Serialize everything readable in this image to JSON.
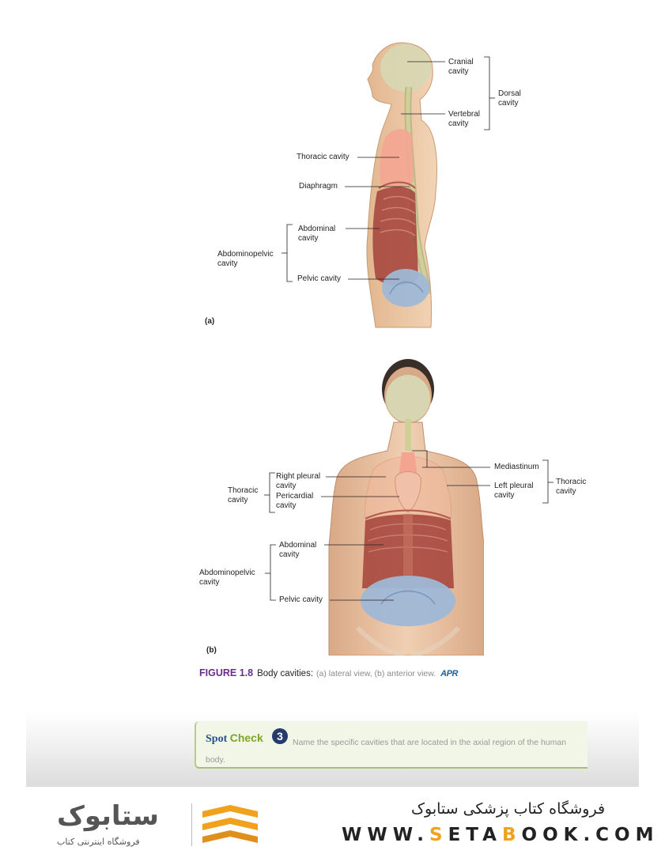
{
  "figure_a": {
    "panel_label": "(a)",
    "labels": {
      "cranial": "Cranial\ncavity",
      "vertebral": "Vertebral\ncavity",
      "dorsal": "Dorsal\ncavity",
      "thoracic": "Thoracic cavity",
      "diaphragm": "Diaphragm",
      "abdominal": "Abdominal\ncavity",
      "abdominopelvic": "Abdominopelvic\ncavity",
      "pelvic": "Pelvic cavity"
    }
  },
  "figure_b": {
    "panel_label": "(b)",
    "labels": {
      "right_pleural": "Right pleural\ncavity",
      "pericardial": "Pericardial\ncavity",
      "thoracic_left": "Thoracic\ncavity",
      "mediastinum": "Mediastinum",
      "left_pleural": "Left pleural\ncavity",
      "thoracic_right": "Thoracic\ncavity",
      "abdominal": "Abdominal\ncavity",
      "abdominopelvic": "Abdominopelvic\ncavity",
      "pelvic": "Pelvic cavity"
    }
  },
  "caption": {
    "figure_number": "FIGURE 1.8",
    "title": "Body cavities:",
    "description": "(a) lateral view, (b) anterior view.",
    "badge": "APR"
  },
  "spot_check": {
    "title_word1": "Spot",
    "title_word2": "Check",
    "number": "3",
    "text": "Name the specific cavities that are located in the axial region of the human body."
  },
  "footer": {
    "store_name_fa": "فروشگاه کتاب پزشکی ستابوک",
    "url_part1": "WWW.",
    "url_highlight1": "S",
    "url_part2": "ETA",
    "url_highlight2": "B",
    "url_part3": "OOK.COM",
    "logo_text": "ستابوک",
    "logo_subtitle": "فروشگاه اینترنتی کتاب"
  },
  "colors": {
    "figure_number": "#6a2c91",
    "apr_badge": "#1a5ea8",
    "spot_title": "#2a4f8f",
    "spot_check_green": "#7fa42b",
    "url_accent": "#f0a21c"
  }
}
